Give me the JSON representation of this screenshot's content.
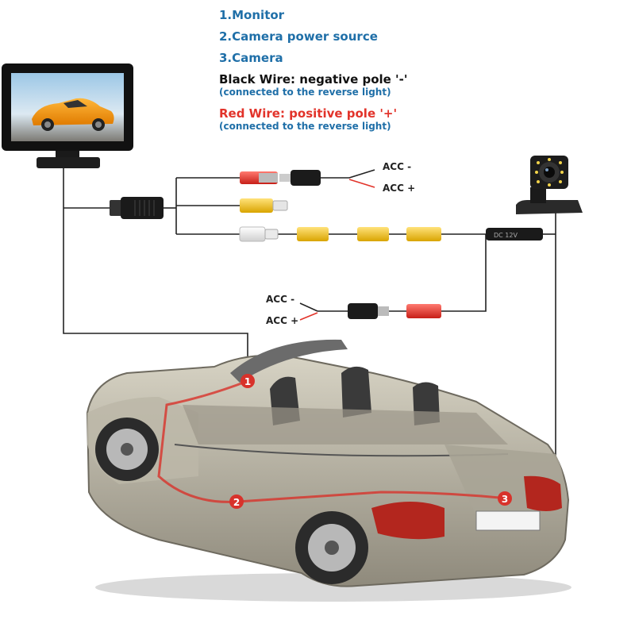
{
  "legend": {
    "item1": "1.Monitor",
    "item2": "2.Camera power source",
    "item3": "3.Camera",
    "black_wire": "Black Wire: negative pole '-'",
    "black_wire_note": "(connected to the reverse light)",
    "red_wire": "Red Wire: positive pole '+'",
    "red_wire_note": "(connected to the reverse light)"
  },
  "connectors": {
    "acc_minus_top": "ACC -",
    "acc_plus_top": "ACC +",
    "acc_minus_bottom": "ACC -",
    "acc_plus_bottom": "ACC +",
    "inline_module": "DC 12V"
  },
  "markers": [
    "1",
    "2",
    "3"
  ],
  "colors": {
    "legend_blue": "#1f6fa8",
    "red_wire": "#e2332a",
    "rca_yellow": "#f2c21b",
    "rca_red": "#e2332a",
    "marker_red": "#d8322b"
  },
  "icons": {
    "monitor": "monitor-icon",
    "camera": "camera-icon",
    "car": "convertible-car-icon"
  }
}
